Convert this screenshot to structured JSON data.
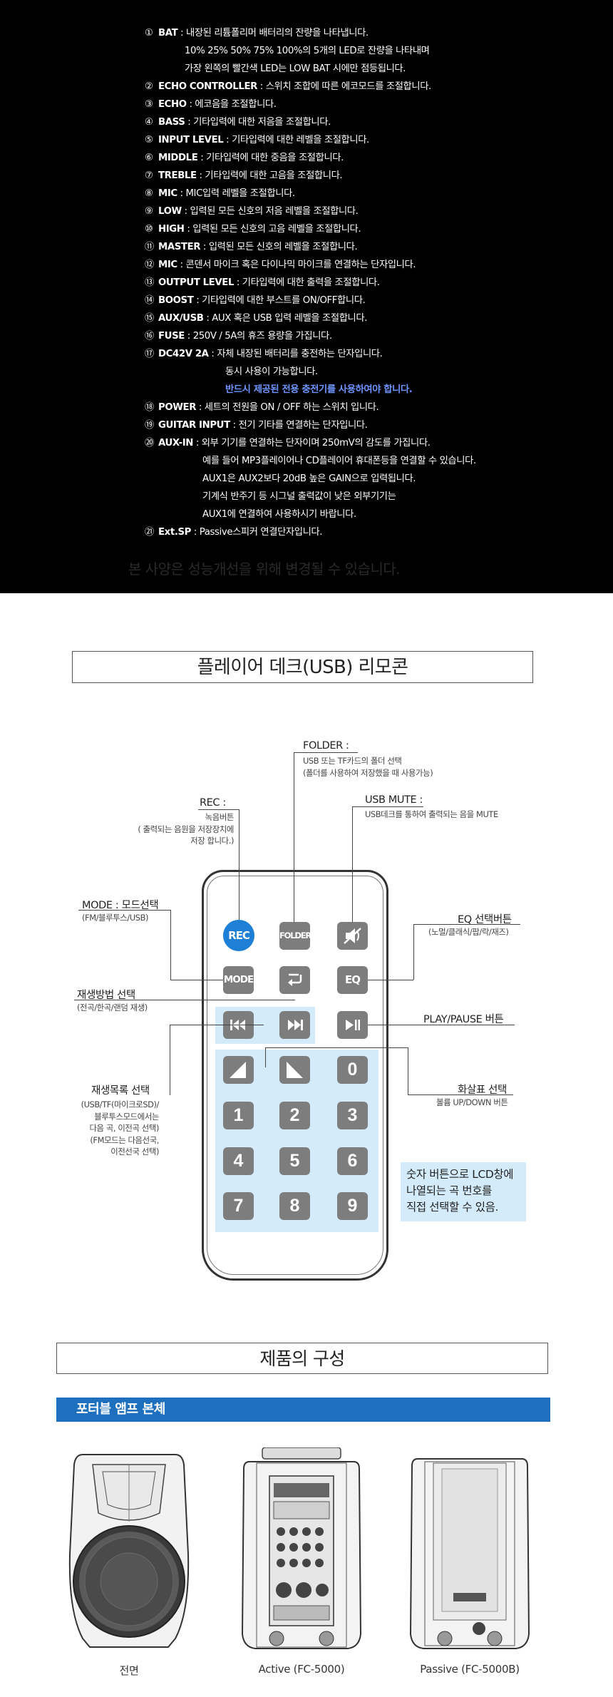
{
  "specs": [
    {
      "num": "①",
      "label": "BAT",
      "text": "내장된 리튬폴리머 배터리의 잔량을 나타냅니다."
    },
    {
      "sub": 1,
      "text": "10% 25% 50%  75% 100%의 5개의 LED로 잔량을 나타내며"
    },
    {
      "sub": 1,
      "text": "가장 왼쪽의 빨간색 LED는 LOW BAT 시에만 점등됩니다."
    },
    {
      "num": "②",
      "label": "ECHO CONTROLLER",
      "text": "스위치 조합에 따른 에코모드를 조절합니다."
    },
    {
      "num": "③",
      "label": "ECHO",
      "text": "에코음을 조절합니다."
    },
    {
      "num": "④",
      "label": "BASS",
      "text": "기타입력에 대한 저음을 조절합니다."
    },
    {
      "num": "⑤",
      "label": "INPUT LEVEL",
      "text": "기타입력에 대한 레벨을 조절합니다."
    },
    {
      "num": "⑥",
      "label": "MIDDLE",
      "text": "기타입력에 대한 중음을 조절합니다."
    },
    {
      "num": "⑦",
      "label": "TREBLE",
      "text": "기타입력에 대한 고음을 조절합니다."
    },
    {
      "num": "⑧",
      "label": "MIC",
      "text": "MIC입력 레벨을 조절합니다."
    },
    {
      "num": "⑨",
      "label": "LOW",
      "text": "입력된 모든 신호의 저음 레벨을 조절합니다."
    },
    {
      "num": "⑩",
      "label": "HIGH",
      "text": "입력된 모든 신호의 고음 레벨을 조절합니다."
    },
    {
      "num": "⑪",
      "label": "MASTER",
      "text": "입력된 모든 신호의 레벨을 조절합니다."
    },
    {
      "num": "⑫",
      "label": "MIC",
      "text": "콘덴서 마이크 혹은 다이나믹 마이크를 연결하는 단자입니다."
    },
    {
      "num": "⑬",
      "label": "OUTPUT LEVEL",
      "text": "기타입력에 대한 출력을 조절합니다."
    },
    {
      "num": "⑭",
      "label": "BOOST",
      "text": "기타입력에 대한 부스트를 ON/OFF합니다."
    },
    {
      "num": "⑮",
      "label": "AUX/USB",
      "text": "AUX 혹은 USB 입력 레벨을 조절합니다."
    },
    {
      "num": "⑯",
      "label": "FUSE",
      "text": "250V / 5A의 휴즈 용량을 가집니다."
    },
    {
      "num": "⑰",
      "label": "DC42V 2A",
      "text": "자체 내장된 배터리를 충전하는 단자입니다."
    },
    {
      "sub": 2,
      "text": "동시 사용이 가능합니다."
    },
    {
      "sub": 2,
      "text": "반드시 제공된 전용 충전기를 사용하여야 합니다.",
      "blue": true
    },
    {
      "num": "⑱",
      "label": "POWER",
      "text": "세트의 전원을 ON / OFF 하는 스위치 입니다."
    },
    {
      "num": "⑲",
      "label": "GUITAR INPUT",
      "text": "전기 기타를 연결하는 단자입니다."
    },
    {
      "num": "⑳",
      "label": "AUX-IN",
      "text": "외부 기기를 연결하는 단자이며 250mV의 감도를 가집니다."
    },
    {
      "sub": 3,
      "text": "예를 들어 MP3플레이어나 CD플레이어 휴대폰등을 연결할 수 있습니다."
    },
    {
      "sub": 3,
      "text": "AUX1은 AUX2보다 20dB 높은 GAIN으로 입력됩니다."
    },
    {
      "sub": 3,
      "text": "기계식 반주기 등 시그널 출력값이 낮은 외부기기는"
    },
    {
      "sub": 3,
      "text": "AUX1에 연결하여 사용하시기 바랍니다."
    },
    {
      "num": "㉑",
      "label": "Ext.SP",
      "text": "Passive스피커 연결단자입니다."
    }
  ],
  "spec_ghost": "본 사양은 성능개선을 위해 변경될 수 있습니다.",
  "remote": {
    "title": "플레이어 데크(USB) 리모콘",
    "labels": {
      "folder": "FOLDER :",
      "folder_desc": [
        "USB 또는 TF카드의 폴더 선택",
        "(폴더를 사용하여 저장했을 때 사용가능)"
      ],
      "rec": "REC :",
      "rec_desc": [
        "녹음버튼",
        "( 출력되는 음원을 저장장치에",
        "저장 합니다.)"
      ],
      "usb_mute": "USB MUTE :",
      "usb_mute_desc": [
        "USB데크를 통하여 출력되는 음을 MUTE"
      ],
      "mode": "MODE : 모드선택",
      "mode_desc": [
        "(FM/블루투스/USB)"
      ],
      "eq": "EQ 선택버튼",
      "eq_desc": [
        "(노멀/클래식/팝/락/재즈)"
      ],
      "repeat": "재생방법 선택",
      "repeat_desc": [
        "(전곡/한곡/랜덤 재생)"
      ],
      "play": "PLAY/PAUSE 버튼",
      "playlist": "재생목록 선택",
      "playlist_desc": [
        "(USB/TF(마이크로SD)/",
        "블루투스모드에서는",
        "다음 곡, 이전곡 선택)",
        "(FM모드는 다음선국,",
        "이전선국 선택)"
      ],
      "volume": "화살표 선택",
      "volume_desc": [
        "볼륨 UP/DOWN 버튼"
      ]
    },
    "buttons": {
      "rec": "REC",
      "folder": "FOLDER",
      "mode": "MODE",
      "eq": "EQ",
      "numbers": [
        "1",
        "2",
        "3",
        "4",
        "5",
        "6",
        "7",
        "8",
        "9",
        "0"
      ]
    },
    "note": [
      "숫자 버튼으로 LCD창에",
      "나열되는 곡 번호를",
      "직접 선택할 수 있음."
    ]
  },
  "composition": {
    "title": "제품의 구성",
    "bar": "포터블 앰프 본체",
    "items": [
      {
        "caption": "전면"
      },
      {
        "caption": "Active (FC-5000)"
      },
      {
        "caption": "Passive (FC-5000B)"
      }
    ]
  },
  "colors": {
    "rec_blue": "#1e7fd6",
    "bar_blue": "#1e6fbd",
    "highlight": "#d3ebfa",
    "note_blue": "#6f95ff"
  }
}
